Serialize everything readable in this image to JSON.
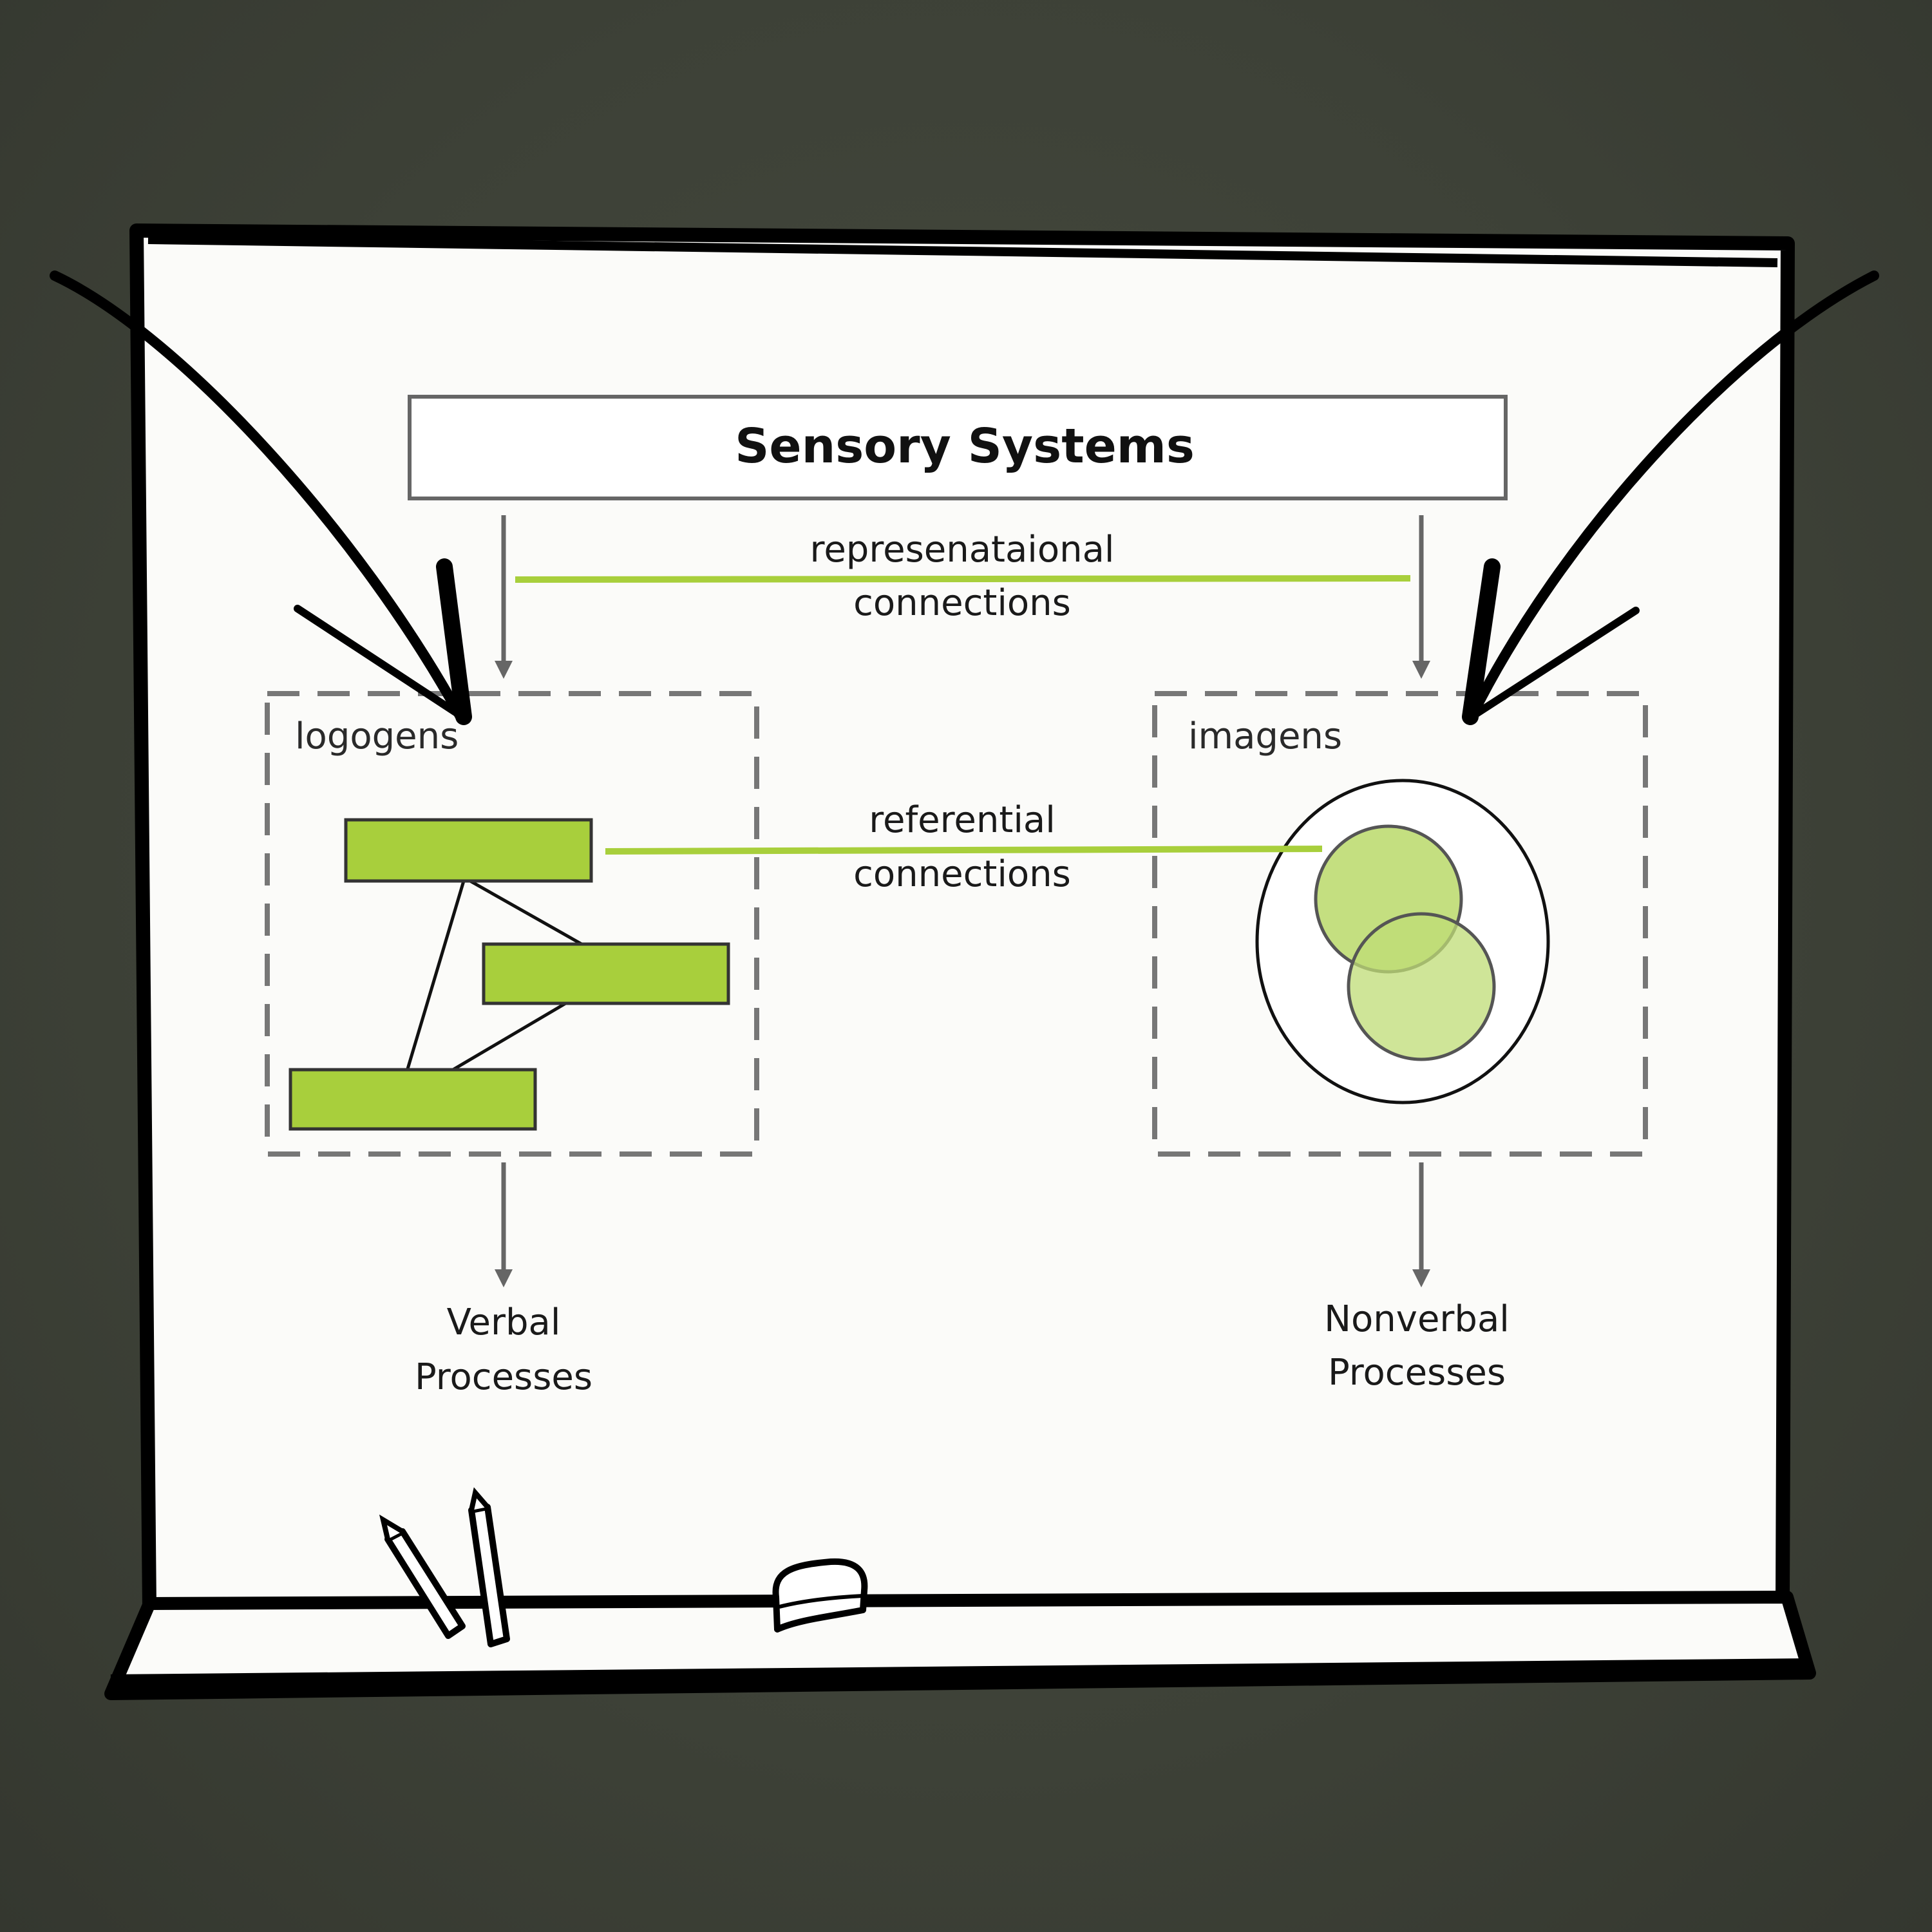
{
  "diagram": {
    "title": "Sensory Systems",
    "representational_label": [
      "represenataional",
      "connections"
    ],
    "referential_label": [
      "referential",
      "connections"
    ],
    "left_box_label": "logogens",
    "right_box_label": "imagens",
    "left_output": [
      "Verbal",
      "Processes"
    ],
    "right_output": [
      "Nonverbal",
      "Processes"
    ]
  },
  "colors": {
    "background": "#3d4137",
    "board": "#fbfbf9",
    "accent_green": "#a8cf3c",
    "circle_green": "#bfdc75",
    "arrow_gray": "#666666",
    "outline": "#111111"
  },
  "icons": [
    "chalk-icon",
    "eraser-icon",
    "curved-arrow-icon"
  ]
}
